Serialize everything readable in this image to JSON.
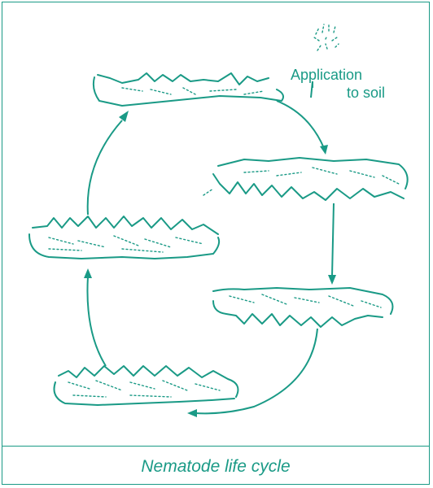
{
  "caption": "Nematode life cycle",
  "annotation": {
    "line1": "Application",
    "line2": "to soil"
  },
  "colors": {
    "accent": "#1a9a86"
  }
}
